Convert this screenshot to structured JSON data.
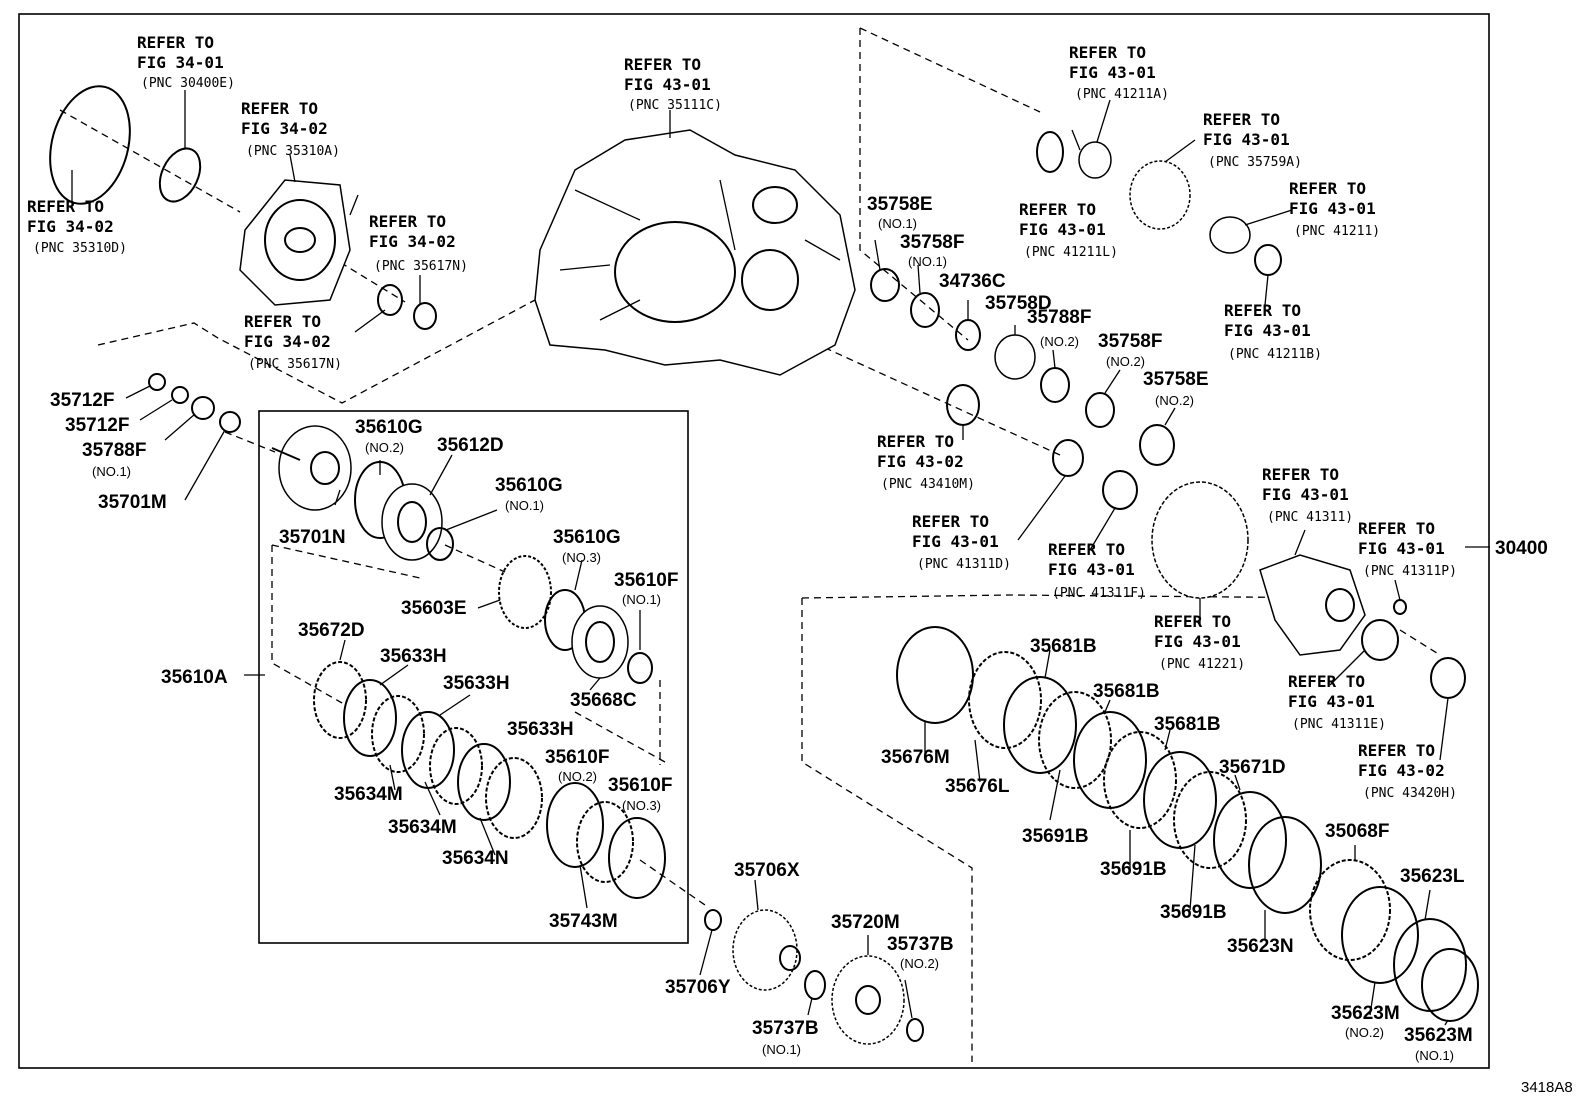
{
  "diagram": {
    "code": "3418A8",
    "assembly_label": "30400",
    "refs": [
      {
        "id": "ref-34-01-30400e",
        "refer": "REFER TO",
        "fig": "FIG 34-01",
        "pnc": "(PNC 30400E)"
      },
      {
        "id": "ref-34-02-35310d",
        "refer": "REFER TO",
        "fig": "FIG 34-02",
        "pnc": "(PNC 35310D)"
      },
      {
        "id": "ref-34-02-35310a",
        "refer": "REFER TO",
        "fig": "FIG 34-02",
        "pnc": "(PNC 35310A)"
      },
      {
        "id": "ref-34-02-35617n-a",
        "refer": "REFER TO",
        "fig": "FIG 34-02",
        "pnc": "(PNC 35617N)"
      },
      {
        "id": "ref-34-02-35617n-b",
        "refer": "REFER TO",
        "fig": "FIG 34-02",
        "pnc": "(PNC 35617N)"
      },
      {
        "id": "ref-43-01-35111c",
        "refer": "REFER TO",
        "fig": "FIG 43-01",
        "pnc": "(PNC 35111C)"
      },
      {
        "id": "ref-43-01-41211a",
        "refer": "REFER TO",
        "fig": "FIG 43-01",
        "pnc": "(PNC 41211A)"
      },
      {
        "id": "ref-43-01-35759a",
        "refer": "REFER TO",
        "fig": "FIG 43-01",
        "pnc": "(PNC 35759A)"
      },
      {
        "id": "ref-43-01-41211l",
        "refer": "REFER TO",
        "fig": "FIG 43-01",
        "pnc": "(PNC 41211L)"
      },
      {
        "id": "ref-43-01-41211",
        "refer": "REFER TO",
        "fig": "FIG 43-01",
        "pnc": "(PNC 41211)"
      },
      {
        "id": "ref-43-01-41211b",
        "refer": "REFER TO",
        "fig": "FIG 43-01",
        "pnc": "(PNC 41211B)"
      },
      {
        "id": "ref-43-02-43410m",
        "refer": "REFER TO",
        "fig": "FIG 43-02",
        "pnc": "(PNC 43410M)"
      },
      {
        "id": "ref-43-01-41311",
        "refer": "REFER TO",
        "fig": "FIG 43-01",
        "pnc": "(PNC 41311)"
      },
      {
        "id": "ref-43-01-41311p",
        "refer": "REFER TO",
        "fig": "FIG 43-01",
        "pnc": "(PNC 41311P)"
      },
      {
        "id": "ref-43-01-41311d",
        "refer": "REFER TO",
        "fig": "FIG 43-01",
        "pnc": "(PNC 41311D)"
      },
      {
        "id": "ref-43-01-41311f",
        "refer": "REFER TO",
        "fig": "FIG 43-01",
        "pnc": "(PNC 41311F)"
      },
      {
        "id": "ref-43-01-41221",
        "refer": "REFER TO",
        "fig": "FIG 43-01",
        "pnc": "(PNC 41221)"
      },
      {
        "id": "ref-43-01-41311e",
        "refer": "REFER TO",
        "fig": "FIG 43-01",
        "pnc": "(PNC 41311E)"
      },
      {
        "id": "ref-43-02-43420h",
        "refer": "REFER TO",
        "fig": "FIG 43-02",
        "pnc": "(PNC 43420H)"
      }
    ],
    "parts": [
      {
        "id": "35758E-1",
        "label": "35758E",
        "sub": "(NO.1)"
      },
      {
        "id": "35758F-1",
        "label": "35758F",
        "sub": "(NO.1)"
      },
      {
        "id": "34736C",
        "label": "34736C",
        "sub": ""
      },
      {
        "id": "35758D",
        "label": "35758D",
        "sub": ""
      },
      {
        "id": "35788F-2",
        "label": "35788F",
        "sub": "(NO.2)"
      },
      {
        "id": "35758F-2",
        "label": "35758F",
        "sub": "(NO.2)"
      },
      {
        "id": "35758E-2",
        "label": "35758E",
        "sub": "(NO.2)"
      },
      {
        "id": "35712F-a",
        "label": "35712F",
        "sub": ""
      },
      {
        "id": "35712F-b",
        "label": "35712F",
        "sub": ""
      },
      {
        "id": "35788F-1",
        "label": "35788F",
        "sub": "(NO.1)"
      },
      {
        "id": "35701M",
        "label": "35701M",
        "sub": ""
      },
      {
        "id": "35610G-2",
        "label": "35610G",
        "sub": "(NO.2)"
      },
      {
        "id": "35612D",
        "label": "35612D",
        "sub": ""
      },
      {
        "id": "35610G-1",
        "label": "35610G",
        "sub": "(NO.1)"
      },
      {
        "id": "35701N",
        "label": "35701N",
        "sub": ""
      },
      {
        "id": "35610G-3",
        "label": "35610G",
        "sub": "(NO.3)"
      },
      {
        "id": "35610F-1",
        "label": "35610F",
        "sub": "(NO.1)"
      },
      {
        "id": "35603E",
        "label": "35603E",
        "sub": ""
      },
      {
        "id": "35672D",
        "label": "35672D",
        "sub": ""
      },
      {
        "id": "35633H-a",
        "label": "35633H",
        "sub": ""
      },
      {
        "id": "35633H-b",
        "label": "35633H",
        "sub": ""
      },
      {
        "id": "35610A",
        "label": "35610A",
        "sub": ""
      },
      {
        "id": "35668C",
        "label": "35668C",
        "sub": ""
      },
      {
        "id": "35633H-c",
        "label": "35633H",
        "sub": ""
      },
      {
        "id": "35610F-2",
        "label": "35610F",
        "sub": "(NO.2)"
      },
      {
        "id": "35610F-3",
        "label": "35610F",
        "sub": "(NO.3)"
      },
      {
        "id": "35634M-a",
        "label": "35634M",
        "sub": ""
      },
      {
        "id": "35634M-b",
        "label": "35634M",
        "sub": ""
      },
      {
        "id": "35634N",
        "label": "35634N",
        "sub": ""
      },
      {
        "id": "35743M",
        "label": "35743M",
        "sub": ""
      },
      {
        "id": "35706X",
        "label": "35706X",
        "sub": ""
      },
      {
        "id": "35706Y",
        "label": "35706Y",
        "sub": ""
      },
      {
        "id": "35720M",
        "label": "35720M",
        "sub": ""
      },
      {
        "id": "35737B-2",
        "label": "35737B",
        "sub": "(NO.2)"
      },
      {
        "id": "35737B-1",
        "label": "35737B",
        "sub": "(NO.1)"
      },
      {
        "id": "35681B-a",
        "label": "35681B",
        "sub": ""
      },
      {
        "id": "35681B-b",
        "label": "35681B",
        "sub": ""
      },
      {
        "id": "35681B-c",
        "label": "35681B",
        "sub": ""
      },
      {
        "id": "35671D",
        "label": "35671D",
        "sub": ""
      },
      {
        "id": "35676M",
        "label": "35676M",
        "sub": ""
      },
      {
        "id": "35676L",
        "label": "35676L",
        "sub": ""
      },
      {
        "id": "35691B-a",
        "label": "35691B",
        "sub": ""
      },
      {
        "id": "35691B-b",
        "label": "35691B",
        "sub": ""
      },
      {
        "id": "35691B-c",
        "label": "35691B",
        "sub": ""
      },
      {
        "id": "35623N",
        "label": "35623N",
        "sub": ""
      },
      {
        "id": "35068F",
        "label": "35068F",
        "sub": ""
      },
      {
        "id": "35623L",
        "label": "35623L",
        "sub": ""
      },
      {
        "id": "35623M-2",
        "label": "35623M",
        "sub": "(NO.2)"
      },
      {
        "id": "35623M-1",
        "label": "35623M",
        "sub": "(NO.1)"
      }
    ]
  }
}
